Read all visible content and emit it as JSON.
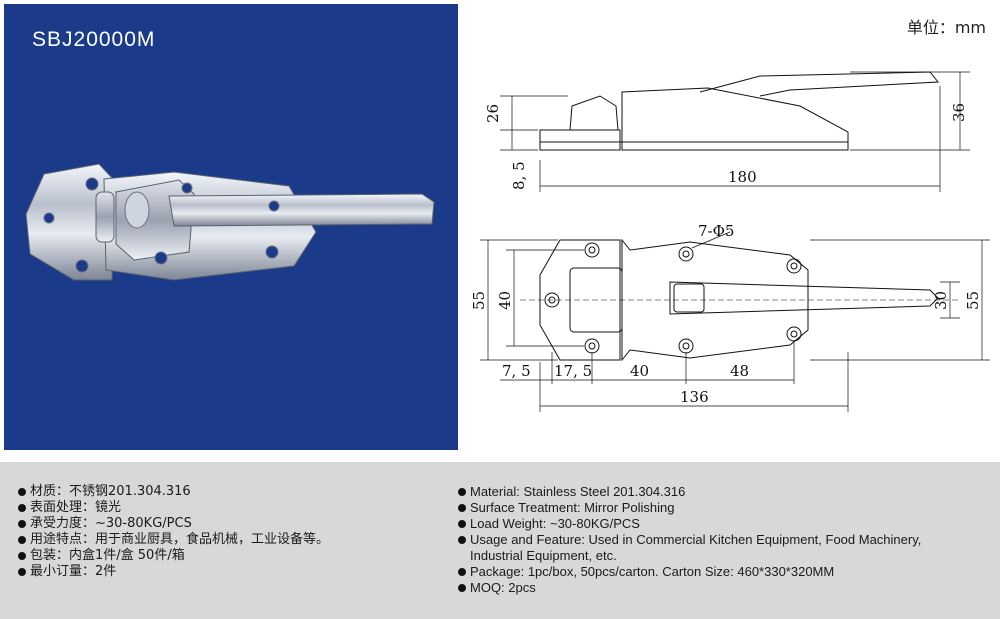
{
  "header": {
    "model": "SBJ20000M",
    "unit": "单位：mm"
  },
  "drawing": {
    "side_view": {
      "height_body": "26",
      "base_thickness": "8, 5",
      "height_total": "36",
      "length_total": "180"
    },
    "top_view": {
      "holes": "7-Φ5",
      "width_outer": "55",
      "width_hole_spacing": "40",
      "width_handle": "30",
      "width_right": "55",
      "offset_1": "7, 5",
      "offset_2": "17, 5",
      "spacing_1": "40",
      "spacing_2": "48",
      "length_body": "136"
    }
  },
  "specs_cn": [
    "材质：不锈钢201.304.316",
    "表面处理：镜光",
    "承受力度：~30-80KG/PCS",
    "用途特点：用于商业厨具，食品机械，工业设备等。",
    "包装：内盒1件/盒 50件/箱",
    "最小订量：2件"
  ],
  "specs_en": [
    "Material: Stainless Steel 201.304.316",
    "Surface Treatment: Mirror Polishing",
    "Load Weight: ~30-80KG/PCS",
    "Usage and Feature: Used in Commercial Kitchen Equipment, Food Machinery,",
    "Industrial Equipment, etc.",
    "Package: 1pc/box, 50pcs/carton. Carton Size: 460*330*320MM",
    "MOQ: 2pcs"
  ],
  "colors": {
    "panel_blue": "#1b3a8a",
    "spec_band": "#d8d8d8"
  }
}
